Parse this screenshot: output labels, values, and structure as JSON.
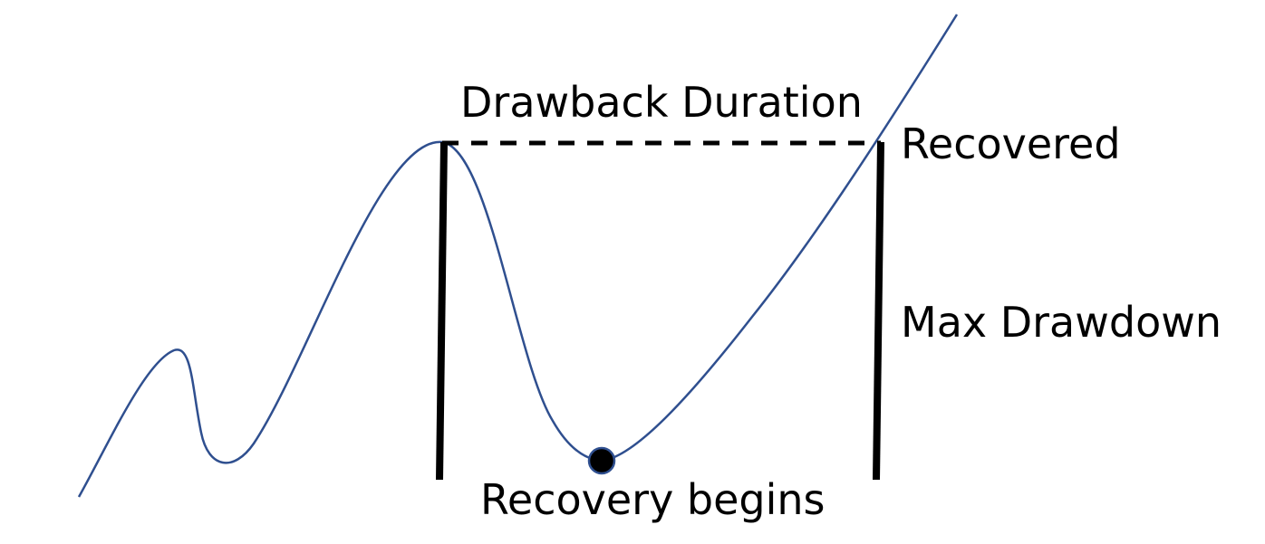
{
  "diagram": {
    "labels": {
      "drawback_duration": "Drawback Duration",
      "recovered": "Recovered",
      "max_drawdown": "Max Drawdown",
      "recovery_begins": "Recovery begins"
    },
    "colors": {
      "curve": "#2F4F8F",
      "markers": "#000000",
      "background": "#ffffff"
    }
  }
}
